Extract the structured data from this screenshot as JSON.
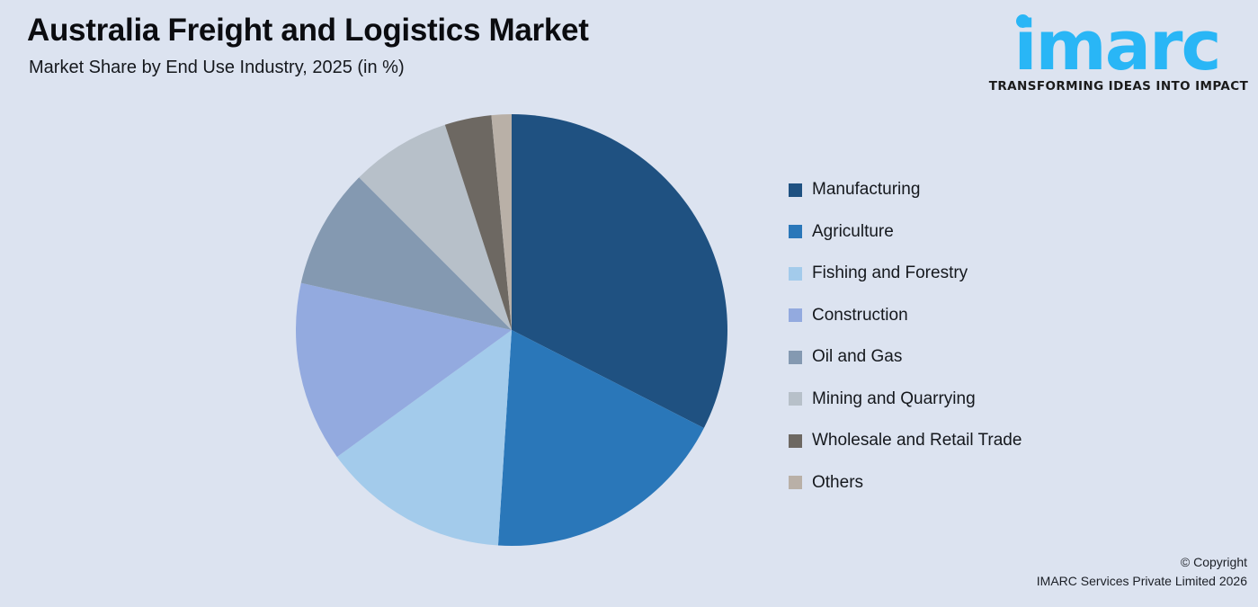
{
  "header": {
    "title": "Australia Freight and Logistics Market",
    "subtitle": "Market Share by End Use Industry, 2025 (in %)"
  },
  "logo": {
    "wordmark": "imarc",
    "tagline": "TRANSFORMING IDEAS INTO IMPACT",
    "color": "#29b6f6"
  },
  "footer": {
    "copyright_line1": "© Copyright",
    "copyright_line2": "IMARC Services Private Limited 2026"
  },
  "colors": {
    "background": "#dce3f0",
    "text": "#15181d"
  },
  "chart_data": {
    "type": "pie",
    "title": "Australia Freight and Logistics Market",
    "subtitle": "Market Share by End Use Industry, 2025 (in %)",
    "unit": "%",
    "legend_position": "right",
    "start_angle_deg": 0,
    "direction": "clockwise",
    "categories": [
      "Manufacturing",
      "Agriculture",
      "Fishing and Forestry",
      "Construction",
      "Oil and Gas",
      "Mining and Quarrying",
      "Wholesale and Retail Trade",
      "Others"
    ],
    "values": [
      32.5,
      18.5,
      14.0,
      13.5,
      9.0,
      7.5,
      3.5,
      1.5
    ],
    "colors": [
      "#1f5181",
      "#2a77b9",
      "#a3cbeb",
      "#93aadf",
      "#8499b1",
      "#b7c0c9",
      "#6d6862",
      "#b9b0a7"
    ],
    "slices": [
      {
        "label": "Manufacturing",
        "value": 32.5,
        "color": "#1f5181"
      },
      {
        "label": "Agriculture",
        "value": 18.5,
        "color": "#2a77b9"
      },
      {
        "label": "Fishing and Forestry",
        "value": 14.0,
        "color": "#a3cbeb"
      },
      {
        "label": "Construction",
        "value": 13.5,
        "color": "#93aadf"
      },
      {
        "label": "Oil and Gas",
        "value": 9.0,
        "color": "#8499b1"
      },
      {
        "label": "Mining and Quarrying",
        "value": 7.5,
        "color": "#b7c0c9"
      },
      {
        "label": "Wholesale and Retail Trade",
        "value": 3.5,
        "color": "#6d6862"
      },
      {
        "label": "Others",
        "value": 1.5,
        "color": "#b9b0a7"
      }
    ]
  }
}
